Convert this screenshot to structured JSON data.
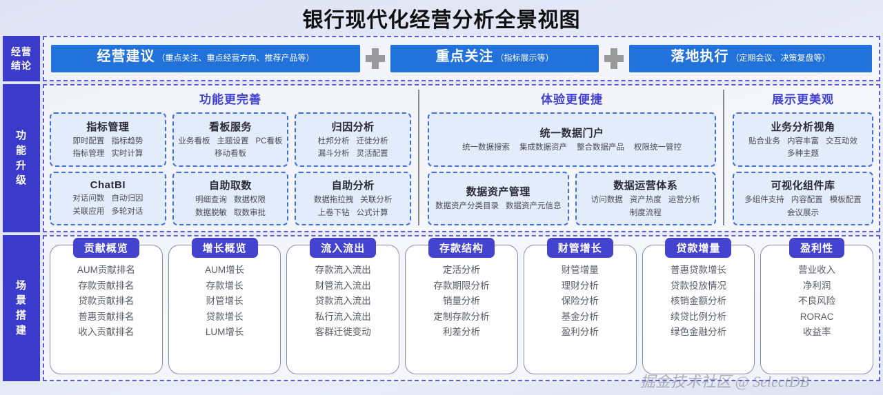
{
  "title": "银行现代化经营分析全景视图",
  "watermark": "掘金技术社区 @ SelectDB",
  "colors": {
    "brand_purple": "#4343d0",
    "band_label_bg": "#3A3ACB",
    "conclusion_bar_bg": "#2272DC",
    "fn_box_bg": "#e3ecfb",
    "fn_box_border": "#3f6fd8",
    "plus_icon": "#9a9a9a",
    "page_bg": "#e4e7f6"
  },
  "bands": {
    "conclusion": {
      "label_lines": [
        "经营",
        "结论"
      ],
      "bars": [
        {
          "main": "经营建议",
          "sub": "（重点关注、重点经营方向、推荐产品等）"
        },
        {
          "main": "重点关注",
          "sub": "（指标展示等）"
        },
        {
          "main": "落地执行",
          "sub": "（定期会议、决策复盘等）"
        }
      ],
      "separator": "plus-icon"
    },
    "function": {
      "label_lines": [
        "功",
        "能",
        "升",
        "级"
      ],
      "columns": [
        {
          "heading": "功能更完善",
          "rows": [
            [
              {
                "title": "指标管理",
                "tags": [
                  "即时配置",
                  "指标趋势",
                  "指标管理",
                  "实时计算"
                ]
              },
              {
                "title": "看板服务",
                "tags": [
                  "业务看板",
                  "主题设置",
                  "PC看板",
                  "移动看板"
                ]
              },
              {
                "title": "归因分析",
                "tags": [
                  "杜邦分析",
                  "迁徙分析",
                  "漏斗分析",
                  "灵活配置"
                ]
              }
            ],
            [
              {
                "title": "ChatBI",
                "tags": [
                  "对话问数",
                  "自动归因",
                  "关联应用",
                  "多轮对话"
                ]
              },
              {
                "title": "自助取数",
                "tags": [
                  "明细查询",
                  "数据权限",
                  "数据脱敏",
                  "取数审批"
                ]
              },
              {
                "title": "自助分析",
                "tags": [
                  "数据拖拉拽",
                  "关联分析",
                  "上卷下钻",
                  "公式计算"
                ]
              }
            ]
          ]
        },
        {
          "heading": "体验更便捷",
          "rows": [
            [
              {
                "title": "统一数据门户",
                "tags": [
                  "统一数据搜索",
                  "集成数据资产",
                  "整合数据产品",
                  "权限统一管控"
                ],
                "wide": true
              }
            ],
            [
              {
                "title": "数据资产管理",
                "tags": [
                  "数据资产分类目录",
                  "数据资产元信息"
                ]
              },
              {
                "title": "数据运营体系",
                "tags": [
                  "访问数据",
                  "资产热度",
                  "运营分析",
                  "制度流程"
                ]
              }
            ]
          ]
        },
        {
          "heading": "展示更美观",
          "rows": [
            [
              {
                "title": "业务分析视角",
                "tags": [
                  "贴合业务",
                  "内容丰富",
                  "交互动效",
                  "多种主题"
                ]
              }
            ],
            [
              {
                "title": "可视化组件库",
                "tags": [
                  "多组件支持",
                  "内容配置",
                  "模板配置",
                  "会议展示"
                ]
              }
            ]
          ]
        }
      ]
    },
    "scenario": {
      "label_lines": [
        "场",
        "景",
        "搭",
        "建"
      ],
      "cards": [
        {
          "pill": "贡献概览",
          "items": [
            "AUM贡献排名",
            "存款贡献排名",
            "贷款贡献排名",
            "普惠贡献排名",
            "收入贡献排名"
          ]
        },
        {
          "pill": "增长概览",
          "items": [
            "AUM增长",
            "存款增长",
            "财管增长",
            "贷款增长",
            "LUM增长"
          ]
        },
        {
          "pill": "流入流出",
          "items": [
            "存款流入流出",
            "财管流入流出",
            "贷款流入流出",
            "私行流入流出",
            "客群迁徙变动"
          ]
        },
        {
          "pill": "存款结构",
          "items": [
            "定活分析",
            "存款期限分析",
            "销量分析",
            "定制存款分析",
            "利差分析"
          ]
        },
        {
          "pill": "财管增长",
          "items": [
            "财管增量",
            "理财分析",
            "保险分析",
            "基金分析",
            "盈利分析"
          ]
        },
        {
          "pill": "贷款增量",
          "items": [
            "普惠贷款增长",
            "贷款投放情况",
            "核销金额分析",
            "续贷比例分析",
            "绿色金融分析"
          ]
        },
        {
          "pill": "盈利性",
          "items": [
            "营业收入",
            "净利润",
            "不良风险",
            "RORAC",
            "收益率"
          ]
        }
      ]
    }
  }
}
